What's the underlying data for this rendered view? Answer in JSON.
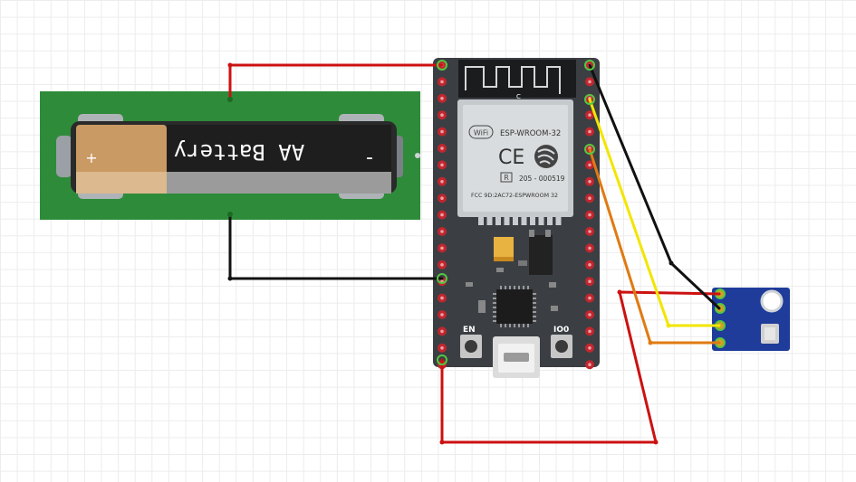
{
  "battery": {
    "label": "AA Battery",
    "plus": "+",
    "minus": "-"
  },
  "esp32": {
    "module_name": "ESP-WROOM-32",
    "wifi": "WiFi",
    "ce": "CE",
    "r_mark": "R",
    "cert": "205 - 000519",
    "fcc": "FCC 9D:2AC72-ESPWROOM 32",
    "antenna_c": "C",
    "button_en": "EN",
    "button_io0": "IO0"
  },
  "colors": {
    "wire_red": "#cc1111",
    "wire_black": "#111111",
    "wire_yellow": "#f2e600",
    "wire_orange": "#e07a12",
    "battery_board": "#2e8b3a",
    "esp_board": "#3b3f44",
    "sensor_board": "#1f3c9a",
    "pin_pad": "#c2262e"
  },
  "icons": [
    "wifi-logo-icon",
    "ce-mark-icon",
    "espressif-logo-icon",
    "r-mark-icon"
  ]
}
